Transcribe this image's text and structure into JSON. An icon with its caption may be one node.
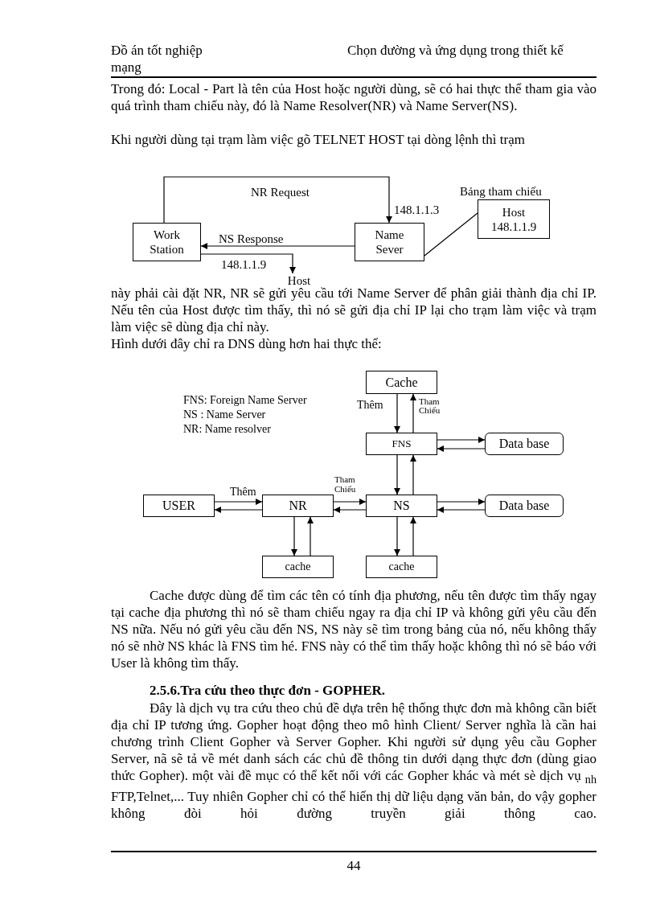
{
  "diagram": {
    "nodes": [
      {
        "text": [
          "Work Station"
        ]
      },
      {
        "text": [
          "Name Sever"
        ],
        "beside": [
          "148.1.1.3"
        ]
      },
      {
        "text": [
          "Host 148.1.1.9"
        ],
        "beside": [
          "Bảng tham chiếu"
        ]
      },
      {
        "text": [
          "Host"
        ]
      },
      {
        "text": [
          "Cache"
        ]
      },
      {
        "text": [
          "FNS"
        ]
      },
      {
        "text": [
          "Data base"
        ]
      },
      {
        "text": [
          "USER"
        ]
      },
      {
        "text": [
          "NR"
        ]
      },
      {
        "text": [
          "NS"
        ]
      },
      {
        "text": [
          "Data base"
        ]
      },
      {
        "text": [
          "cache"
        ]
      },
      {
        "text": [
          "cache"
        ]
      }
    ],
    "edges": [
      {
        "from": 0,
        "to": 1,
        "arrow": "to",
        "label": "NR Request"
      },
      {
        "from": 1,
        "to": 0,
        "arrow": "to",
        "label": "NS Response"
      },
      {
        "from": 0,
        "to": 3,
        "arrow": "to",
        "label": "148.1.1.9"
      },
      {
        "from": 1,
        "to": 2,
        "arrow": "none"
      },
      {
        "from": 4,
        "to": 5,
        "arrow": "to",
        "label": "Thêm"
      },
      {
        "from": 5,
        "to": 4,
        "arrow": "to",
        "label": "Tham Chiếu"
      },
      {
        "from": 5,
        "to": 6,
        "arrow": "to"
      },
      {
        "from": 6,
        "to": 5,
        "arrow": "to"
      },
      {
        "from": 5,
        "to": 9,
        "arrow": "to"
      },
      {
        "from": 9,
        "to": 5,
        "arrow": "to"
      },
      {
        "from": 7,
        "to": 8,
        "arrow": "to"
      },
      {
        "from": 8,
        "to": 7,
        "arrow": "to"
      },
      {
        "from": 8,
        "to": 9,
        "arrow": "to"
      },
      {
        "from": 9,
        "to": 8,
        "arrow": "to"
      },
      {
        "from": 9,
        "to": 10,
        "arrow": "to"
      },
      {
        "from": 10,
        "to": 9,
        "arrow": "to"
      },
      {
        "from": 8,
        "to": 11,
        "arrow": "to"
      },
      {
        "from": 11,
        "to": 8,
        "arrow": "to"
      },
      {
        "from": 9,
        "to": 12,
        "arrow": "to"
      },
      {
        "from": 12,
        "to": 9,
        "arrow": "to"
      }
    ],
    "labels": [
      "Đồ án tốt nghiệp",
      "Chọn đường và ứng dụng trong thiết kế mạng",
      "Trong đó: Local - Part là tên của Host hoặc người dùng, sẽ có hai thực thể tham gia vào quá trình tham chiếu này, đó là Name Resolver(NR) và Name Server(NS).",
      "Khi người dùng tại trạm làm việc gõ TELNET HOST tại dòng lệnh thì trạm",
      "này phải cài đặt NR, NR sẽ gửi yêu cầu tới Name Server để phân giải thành địa chỉ IP. Nếu tên của Host được tìm thấy, thì nó sẽ gửi địa chỉ IP lại cho trạm làm việc và trạm làm việc sẽ dùng địa chỉ này.",
      "Hình dưới đây chỉ ra DNS dùng hơn hai thực thể:",
      "FNS: Foreign Name Server",
      "NS : Name Server",
      "NR: Name resolver",
      "Thêm",
      "Tham Chiếu",
      "Cache được dùng để tìm các tên có tính địa phương, nếu tên được tìm thấy ngay tại cache địa phương thì nó sẽ tham chiếu ngay ra địa chỉ IP và không gửi yêu cầu đến NS nữa. Nếu nó gửi yêu cầu đến NS, NS này sẽ tìm trong bảng của nó, nếu không thấy nó sẽ nhờ NS khác là FNS tìm hé. FNS này có thể tìm thấy hoặc không thì nó sẽ báo với User là không tìm thấy.",
      "2.5.6.Tra cứu theo thực đơn - GOPHER.",
      "Đây là dịch vụ tra cứu theo chủ đề dựa trên hệ thống thực đơn mà không cần biết địa chỉ IP tương ứng. Gopher hoạt động theo mô hình Client/ Server nghĩa là cần hai chương trình Client Gopher và Server Gopher. Khi người sử dụng yêu cầu Gopher Server, nã sẽ tả về mét danh sách các chủ đề thông tin dưới dạng thực đơn (dùng giao thức Gopher). một vài đề mục có thể kết nối với các Gopher khác và mét sè dịch vụ $_{nh}$ FTP,Telnet,... Tuy nhiên Gopher chỉ có thể hiển thị dữ liệu dạng văn bản, do vậy gopher không đòi hỏi đường truyền giải thông cao.",
      "44"
    ]
  }
}
